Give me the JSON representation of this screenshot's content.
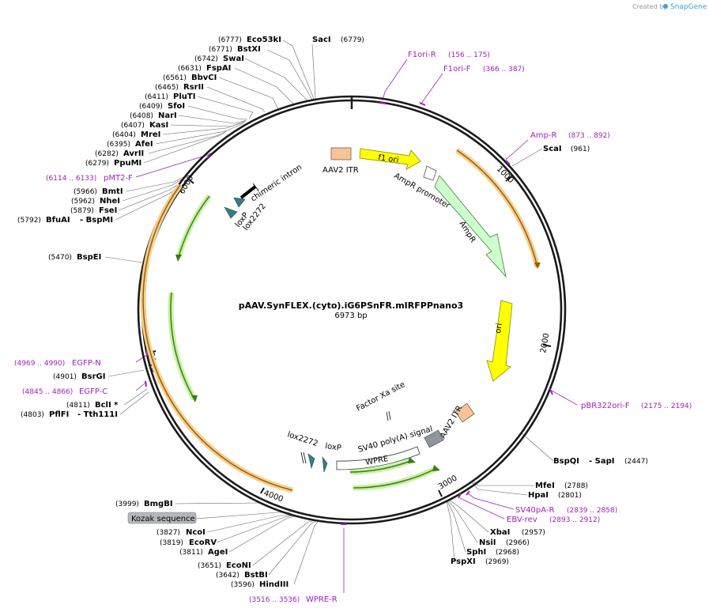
{
  "header": {
    "created_by": "Created by",
    "brand": "SnapGene"
  },
  "plasmid": {
    "name": "pAAV.SynFLEX.(cyto).iG6PSnFR.mIRFPPnano3",
    "length": "6973 bp"
  },
  "ticks": [
    "1000",
    "2000",
    "3000",
    "4000",
    "5000",
    "6000"
  ],
  "enzymes": {
    "e6777": {
      "pos": "(6777)",
      "name": "Eco53kI"
    },
    "e6779": {
      "pos": "(6779)",
      "name": "SacI"
    },
    "e6771": {
      "pos": "(6771)",
      "name": "BstXI"
    },
    "e6742": {
      "pos": "(6742)",
      "name": "SwaI"
    },
    "e6631": {
      "pos": "(6631)",
      "name": "FspAI"
    },
    "e6561": {
      "pos": "(6561)",
      "name": "BbvCI"
    },
    "e6465": {
      "pos": "(6465)",
      "name": "RsrII"
    },
    "e6411": {
      "pos": "(6411)",
      "name": "PluTI"
    },
    "e6409": {
      "pos": "(6409)",
      "name": "SfoI"
    },
    "e6408": {
      "pos": "(6408)",
      "name": "NarI"
    },
    "e6407": {
      "pos": "(6407)",
      "name": "KasI"
    },
    "e6404": {
      "pos": "(6404)",
      "name": "MreI"
    },
    "e6395": {
      "pos": "(6395)",
      "name": "AfeI"
    },
    "e6282": {
      "pos": "(6282)",
      "name": "AvrII"
    },
    "e6279": {
      "pos": "(6279)",
      "name": "PpuMI"
    },
    "e5966": {
      "pos": "(5966)",
      "name": "BmtI"
    },
    "e5962": {
      "pos": "(5962)",
      "name": "NheI"
    },
    "e5879": {
      "pos": "(5879)",
      "name": "FseI"
    },
    "e5792": {
      "pos": "(5792)",
      "name": "BfuAI",
      "extra": "- BspMI"
    },
    "e5470": {
      "pos": "(5470)",
      "name": "BspEI"
    },
    "e4901": {
      "pos": "(4901)",
      "name": "BsrGI"
    },
    "e4811": {
      "pos": "(4811)",
      "name": "BclI *"
    },
    "e4803": {
      "pos": "(4803)",
      "name": "PflFI",
      "extra": "- Tth111I"
    },
    "e3999": {
      "pos": "(3999)",
      "name": "BmgBI"
    },
    "e3827": {
      "pos": "(3827)",
      "name": "NcoI"
    },
    "e3819": {
      "pos": "(3819)",
      "name": "EcoRV"
    },
    "e3811": {
      "pos": "(3811)",
      "name": "AgeI"
    },
    "e3651": {
      "pos": "(3651)",
      "name": "EcoNI"
    },
    "e3642": {
      "pos": "(3642)",
      "name": "BstBI"
    },
    "e3596": {
      "pos": "(3596)",
      "name": "HindIII"
    },
    "e961": {
      "pos": "(961)",
      "name": "ScaI"
    },
    "e2447": {
      "name": "BspQI",
      "extra": "- SapI",
      "pos": "(2447)"
    },
    "e2788": {
      "name": "MfeI",
      "pos": "(2788)"
    },
    "e2801": {
      "name": "HpaI",
      "pos": "(2801)"
    },
    "e2957": {
      "name": "XbaI",
      "pos": "(2957)"
    },
    "e2966": {
      "name": "NsiI",
      "pos": "(2966)"
    },
    "e2968": {
      "name": "SphI",
      "pos": "(2968)"
    },
    "e2969": {
      "name": "PspXI",
      "pos": "(2969)"
    }
  },
  "primers": {
    "f1oriR": {
      "name": "F1ori-R",
      "range": "(156 .. 175)"
    },
    "f1oriF": {
      "name": "F1ori-F",
      "range": "(366 .. 387)"
    },
    "ampR": {
      "name": "Amp-R",
      "range": "(873 .. 892)"
    },
    "pbr322": {
      "name": "pBR322ori-F",
      "range": "(2175 .. 2194)"
    },
    "sv40pa": {
      "name": "SV40pA-R",
      "range": "(2839 .. 2858)"
    },
    "ebv": {
      "name": "EBV-rev",
      "range": "(2893 .. 2912)"
    },
    "wpre": {
      "name": "WPRE-R",
      "range": "(3516 .. 3536)"
    },
    "pmt2": {
      "name": "pMT2-F",
      "range": "(6114 .. 6133)"
    },
    "egfpN": {
      "name": "EGFP-N",
      "range": "(4969 .. 4990)"
    },
    "egfpC": {
      "name": "EGFP-C",
      "range": "(4845 .. 4866)"
    }
  },
  "features": {
    "aav2itr1": "AAV2 ITR",
    "f1ori": "f1 ori",
    "ampRpromoter": "AmpR promoter",
    "ampR": "AmpR",
    "ori": "ori",
    "factorXa": "Factor Xa site",
    "aav2itr2": "AAV2 ITR",
    "sv40polyA": "SV40 poly(A) signal",
    "wpre": "WPRE",
    "lox2272a": "lox2272",
    "loxPa": "loxP",
    "chimericIntron": "chimeric intron",
    "loxPb": "loxP",
    "lox2272b": "lox2272",
    "kozak": "Kozak sequence"
  },
  "colors": {
    "backbone": "#1a1a1a",
    "itr": "#f7c49a",
    "f1ori": "#ffff00",
    "ampR": "#ccffcc",
    "cds": "#3a7d1a",
    "cdsGlow": "#c8f0a0",
    "orange": "#e8a040",
    "lox": "#3a7a8a",
    "polyA": "#8f959c",
    "primer": "#a020c0"
  }
}
